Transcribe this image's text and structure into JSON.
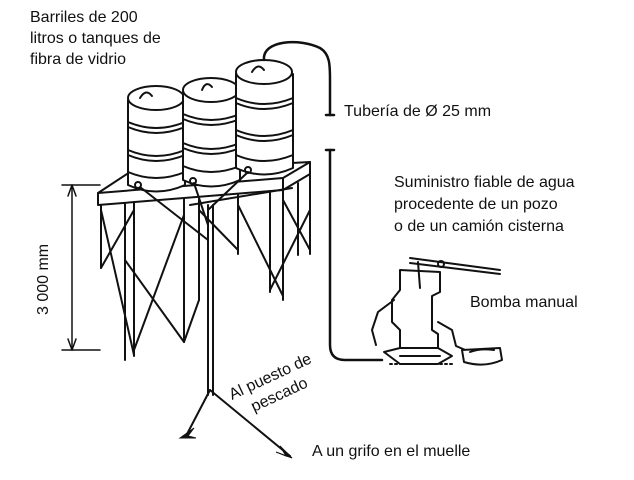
{
  "labels": {
    "barrels_line1": "Barriles de 200",
    "barrels_line2": "litros o tanques de",
    "barrels_line3": "fibra de vidrio",
    "pipe": "Tubería de Ø 25 mm",
    "supply_line1": "Suministro fiable de agua",
    "supply_line2": "procedente de un pozo",
    "supply_line3": "o de un camión cisterna",
    "pump": "Bomba manual",
    "height": "3 000 mm",
    "fish_line1": "Al puesto de",
    "fish_line2": "pescado",
    "tap": "A un grifo en el muelle"
  },
  "colors": {
    "ink": "#111111",
    "paper": "#ffffff"
  }
}
